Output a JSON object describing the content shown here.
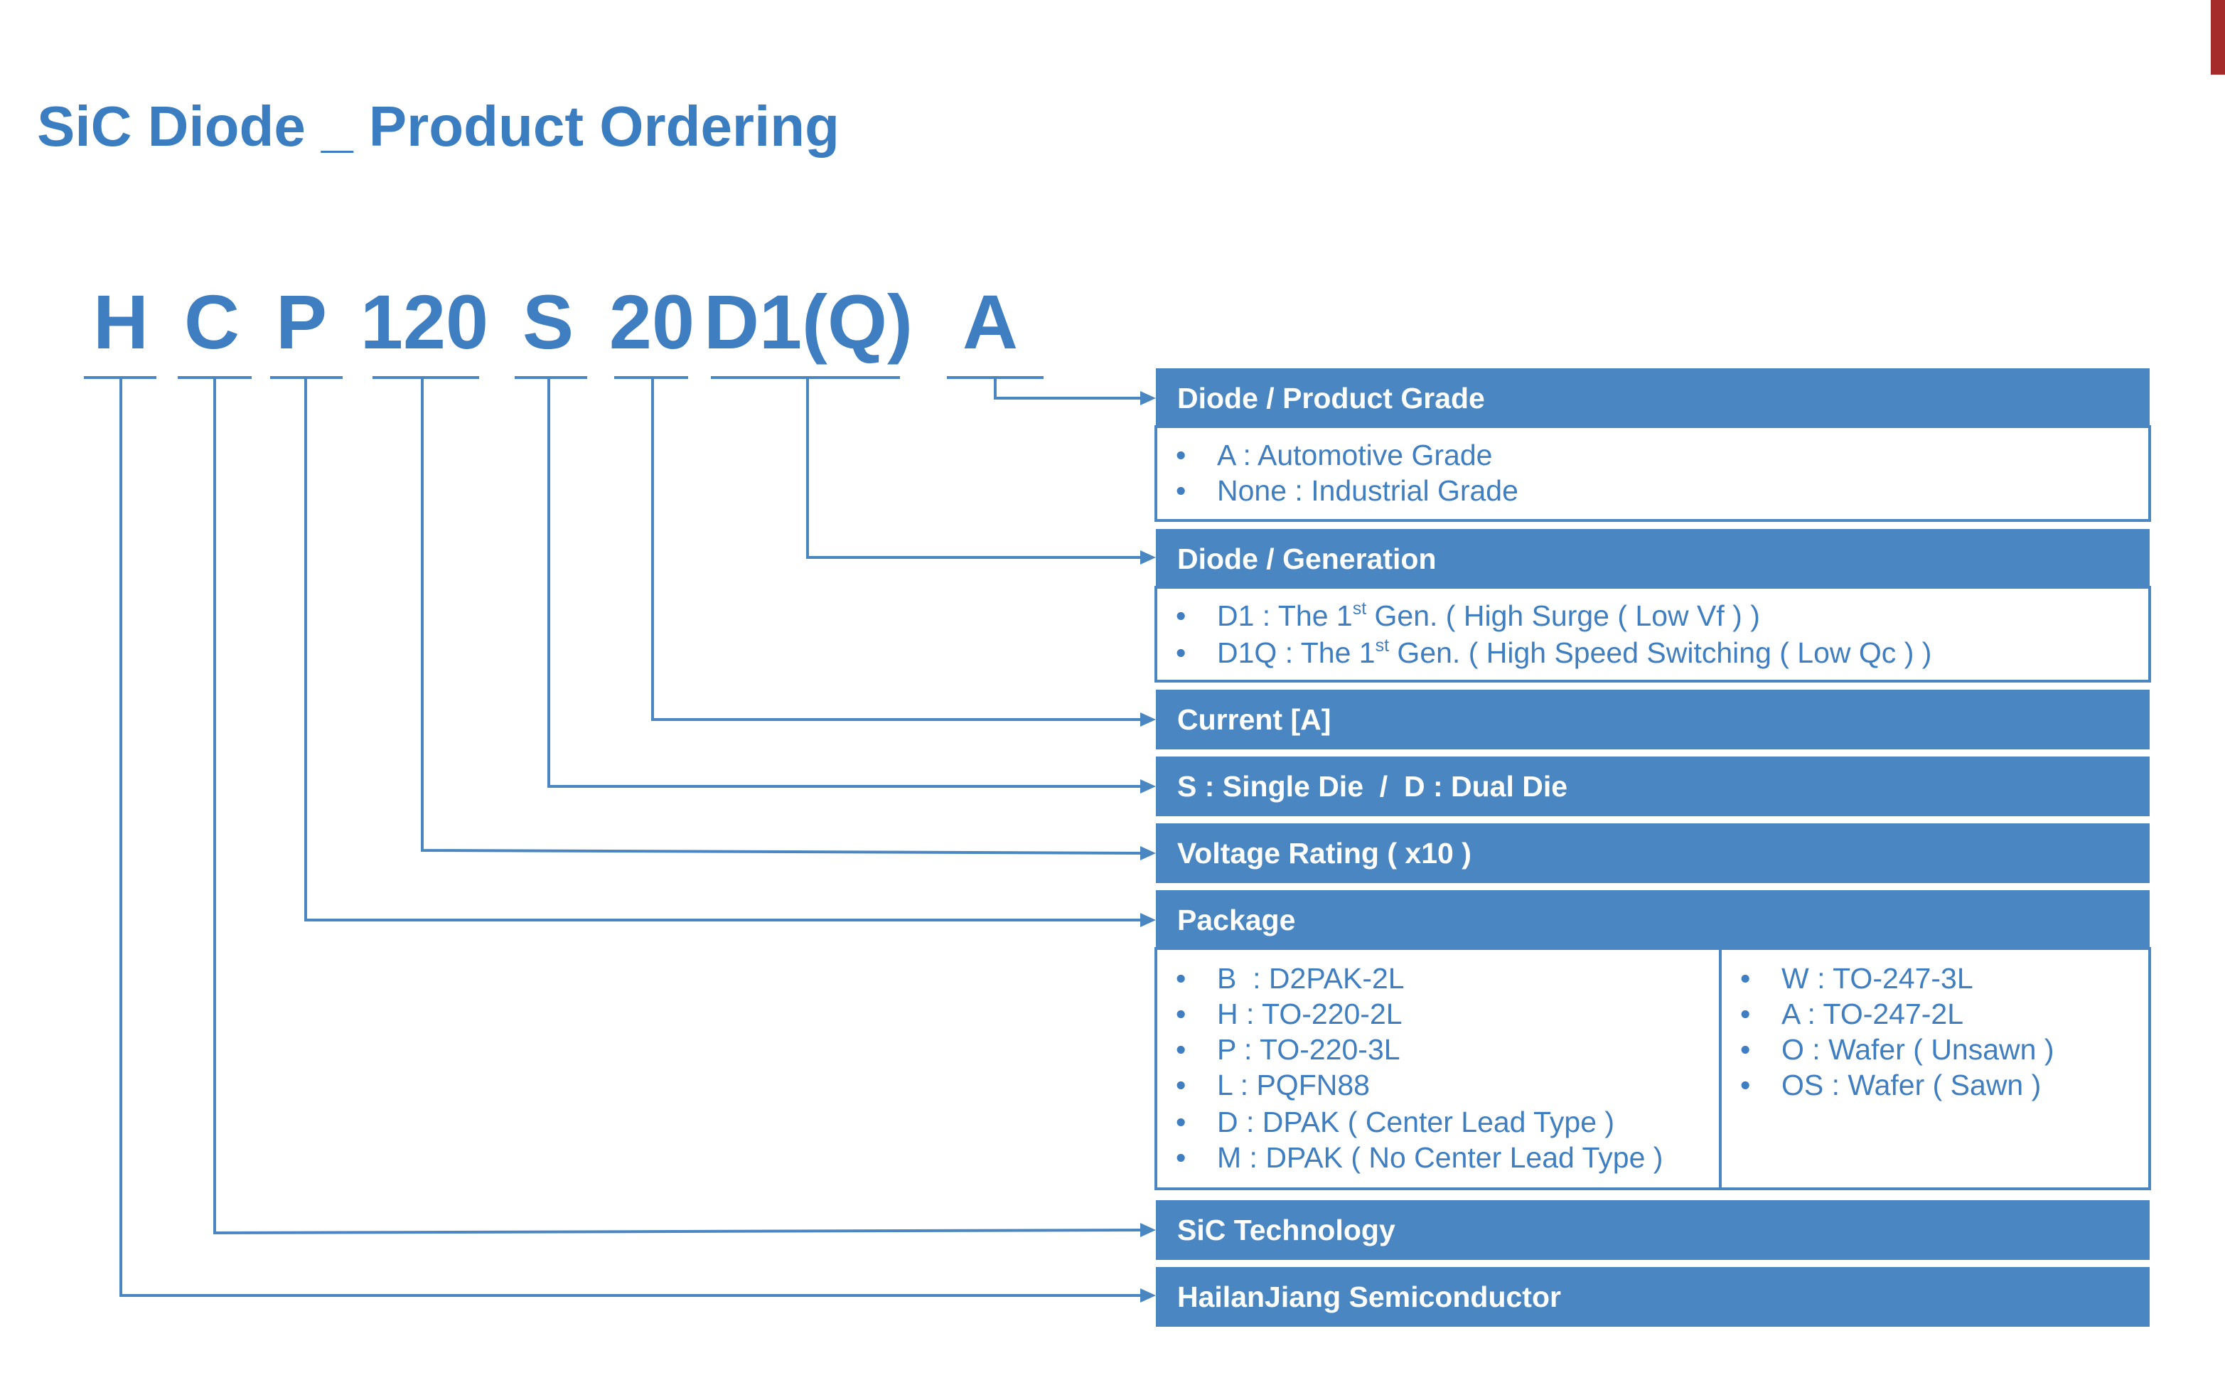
{
  "title": "SiC Diode _ Product Ordering",
  "accent_colors": {
    "brand_blue": "#4a86c1",
    "title_blue": "#3a7dc0",
    "corner_red": "#a52a2a"
  },
  "code_parts": [
    "H",
    "C",
    "P",
    "120",
    "S",
    "20",
    "D1(Q)",
    "A"
  ],
  "sections": {
    "grade": {
      "header": "Diode / Product Grade",
      "items": [
        "A : Automotive Grade",
        "None : Industrial Grade"
      ]
    },
    "generation": {
      "header": "Diode / Generation",
      "items": [
        {
          "pre": "D1   : The 1",
          "sup": "st",
          "post": " Gen. ( High Surge ( Low Vf ) )"
        },
        {
          "pre": "D1Q : The 1",
          "sup": "st",
          "post": " Gen. ( High Speed Switching ( Low Qc ) )"
        }
      ]
    },
    "current": {
      "header": "Current [A]"
    },
    "die": {
      "header": "S : Single Die  /  D : Dual Die"
    },
    "voltage": {
      "header": "Voltage Rating ( x10 )"
    },
    "package": {
      "header": "Package",
      "left_items": [
        "B  : D2PAK-2L",
        "H : TO-220-2L",
        "P : TO-220-3L",
        "L : PQFN88",
        "D : DPAK ( Center Lead Type )",
        "M : DPAK ( No Center Lead Type )"
      ],
      "right_items": [
        "W : TO-247-3L",
        "A : TO-247-2L",
        "O : Wafer ( Unsawn )",
        "OS : Wafer ( Sawn )"
      ]
    },
    "technology": {
      "header": "SiC Technology"
    },
    "manufacturer": {
      "header": "HailanJiang Semiconductor"
    }
  }
}
